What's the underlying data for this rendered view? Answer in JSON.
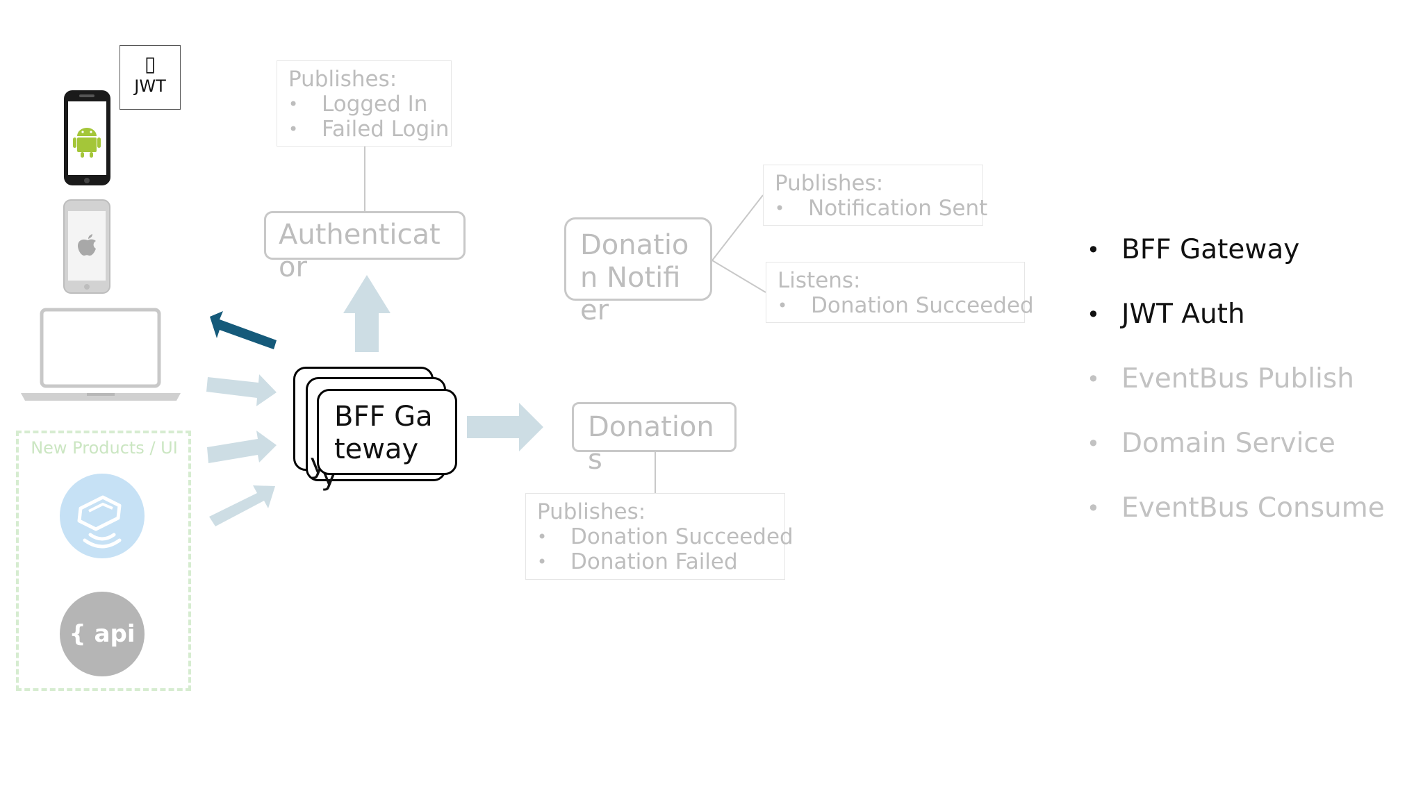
{
  "jwt_badge": {
    "glyph": "▯",
    "label": "JWT"
  },
  "services": {
    "authenticator": "Authenticator",
    "notifier": "Donation Notifier",
    "donations": "Donations",
    "gateway": "BFF Gateway"
  },
  "gateway_overflow": "y",
  "events": {
    "authenticator": {
      "heading": "Publishes:",
      "items": [
        "Logged In",
        "Failed Login"
      ]
    },
    "notifier_publishes": {
      "heading": "Publishes:",
      "items": [
        "Notification Sent"
      ]
    },
    "notifier_listens": {
      "heading": "Listens:",
      "items": [
        "Donation Succeeded"
      ]
    },
    "donations": {
      "heading": "Publishes:",
      "items": [
        "Donation Succeeded",
        "Donation Failed"
      ]
    }
  },
  "new_products": {
    "label": "New Products / UI",
    "api_label": "{ api }"
  },
  "bullet_list": [
    {
      "text": "BFF Gateway",
      "state": "active"
    },
    {
      "text": "JWT Auth",
      "state": "active"
    },
    {
      "text": "EventBus Publish",
      "state": "dim"
    },
    {
      "text": "Domain Service",
      "state": "dim"
    },
    {
      "text": "EventBus Consume",
      "state": "dim"
    }
  ],
  "colors": {
    "active_arrow": "#155a7a",
    "faded_arrow": "#cddde4",
    "connector": "#c8c8c8",
    "android_green": "#a4c639",
    "dashed_group": "#d6ecd0"
  },
  "icons": [
    "android-phone-icon",
    "iphone-icon",
    "laptop-icon",
    "vr-headset-icon",
    "api-icon",
    "file-icon"
  ]
}
